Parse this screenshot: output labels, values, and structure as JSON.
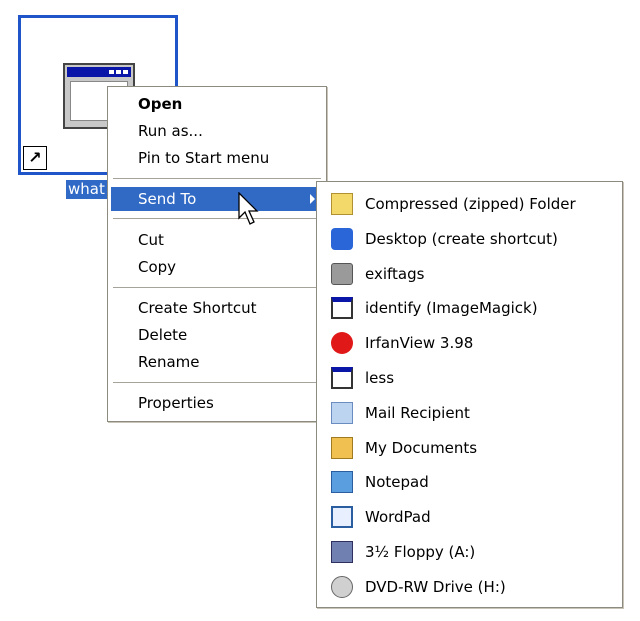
{
  "desktop_icon": {
    "label": "what"
  },
  "context_menu": {
    "items": [
      "Open",
      "Run as...",
      "Pin to Start menu",
      "Send To",
      "Cut",
      "Copy",
      "Create Shortcut",
      "Delete",
      "Rename",
      "Properties"
    ]
  },
  "send_to_menu": {
    "items": [
      {
        "label": "Compressed (zipped) Folder",
        "icon": "zip-folder-icon"
      },
      {
        "label": "Desktop (create shortcut)",
        "icon": "desktop-icon"
      },
      {
        "label": "exiftags",
        "icon": "camera-icon"
      },
      {
        "label": "identify (ImageMagick)",
        "icon": "app-window-icon"
      },
      {
        "label": "IrfanView 3.98",
        "icon": "irfanview-icon"
      },
      {
        "label": "less",
        "icon": "window-icon"
      },
      {
        "label": "Mail Recipient",
        "icon": "mail-icon"
      },
      {
        "label": "My Documents",
        "icon": "documents-folder-icon"
      },
      {
        "label": "Notepad",
        "icon": "notepad-icon"
      },
      {
        "label": "WordPad",
        "icon": "wordpad-icon"
      },
      {
        "label": "3½ Floppy (A:)",
        "icon": "floppy-drive-icon"
      },
      {
        "label": "DVD-RW Drive (H:)",
        "icon": "dvd-drive-icon"
      }
    ]
  },
  "colors": {
    "highlight": "#316ac5",
    "selection_border": "#1f55c8"
  }
}
